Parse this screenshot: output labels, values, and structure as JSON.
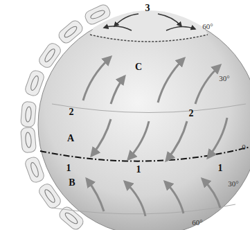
{
  "diagram": {
    "labels": [
      "3",
      "60°",
      "C",
      "30°",
      "2",
      "2",
      "A",
      "0",
      "1",
      "1",
      "1",
      "B",
      "30°",
      "60°"
    ]
  }
}
